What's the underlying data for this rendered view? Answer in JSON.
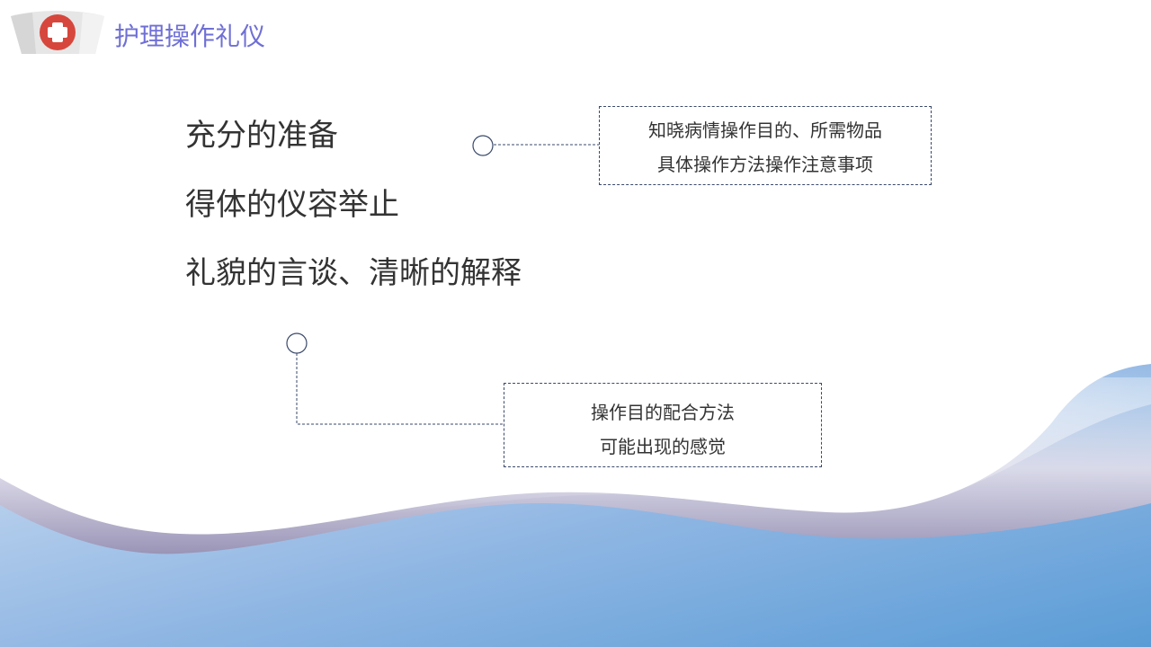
{
  "header": {
    "title": "护理操作礼仪",
    "logo_icon": "nurse-cap-red-cross-icon"
  },
  "main": {
    "items": [
      "充分的准备",
      "得体的仪容举止",
      "礼貌的言谈、清晰的解释"
    ]
  },
  "callouts": [
    {
      "lines": [
        "知晓病情操作目的、所需物品",
        "具体操作方法操作注意事项"
      ]
    },
    {
      "lines": [
        "操作目的配合方法",
        "可能出现的感觉"
      ]
    }
  ],
  "colors": {
    "title": "#6F6FD6",
    "text": "#333333",
    "connector": "#3A4A6B",
    "wave_light": "#D2E0F3",
    "wave_dark": "#5A9CD6",
    "red_cross_badge": "#D7463C"
  }
}
